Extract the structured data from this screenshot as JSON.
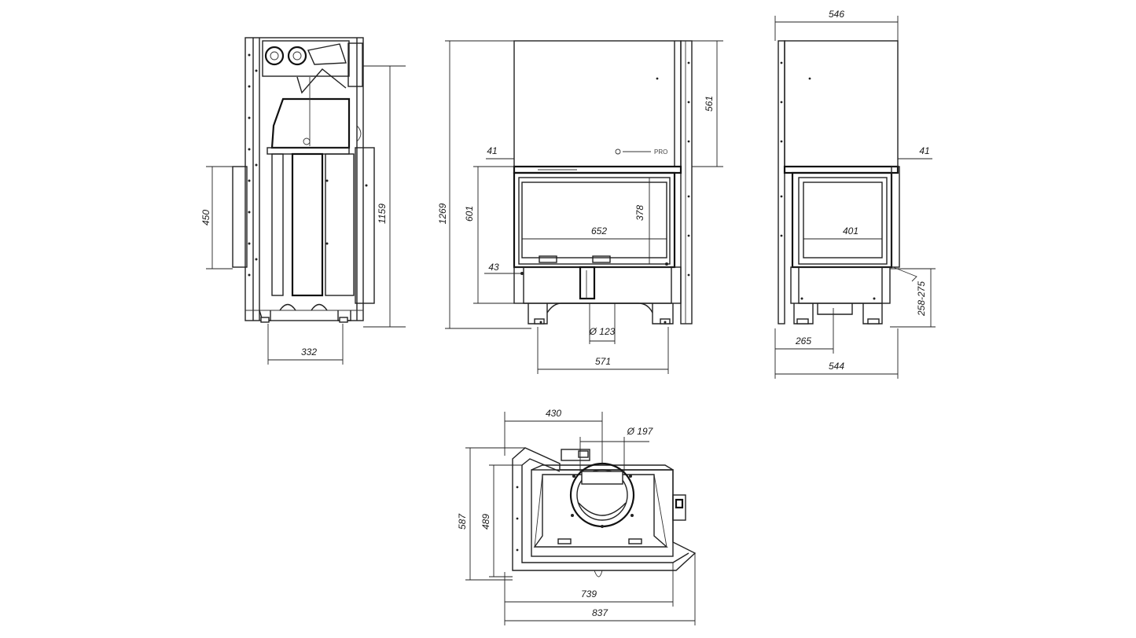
{
  "logo": {
    "text": "PRO"
  },
  "dimensions": {
    "side_view": {
      "height_450": "450",
      "height_1159": "1159",
      "depth_332": "332"
    },
    "front_view": {
      "height_1269": "1269",
      "height_601": "601",
      "offset_41": "41",
      "offset_43": "43",
      "glass_height_378": "378",
      "glass_width_652": "652",
      "top_561": "561",
      "flue_123": "Ø 123",
      "base_571": "571"
    },
    "end_view": {
      "width_546": "546",
      "offset_41": "41",
      "glass_width_401": "401",
      "height_258_275": "258-275",
      "axis_265": "265",
      "base_544": "544"
    },
    "plan_view": {
      "width_430": "430",
      "flue_197": "Ø 197",
      "depth_587": "587",
      "depth_489": "489",
      "width_739": "739",
      "width_837": "837"
    }
  }
}
